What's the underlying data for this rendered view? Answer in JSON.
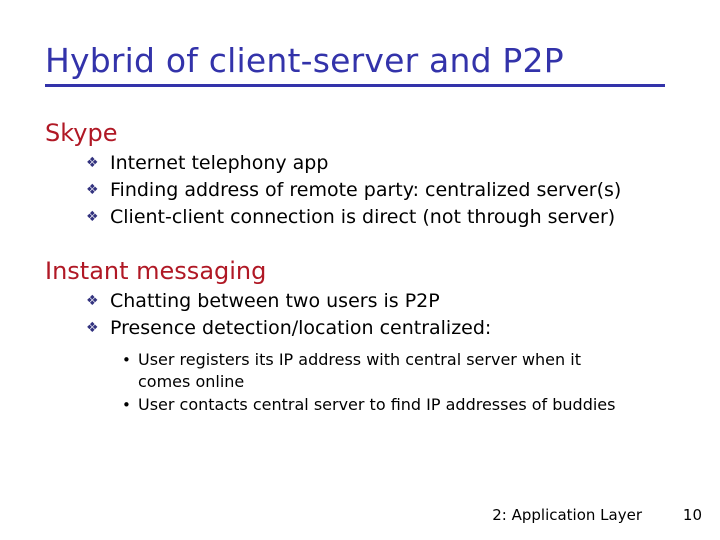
{
  "slide": {
    "title": "Hybrid of client-server and P2P",
    "title_color": "#3333AA",
    "heading_color": "#B01825",
    "body_color": "#000000",
    "background_color": "#FFFFFF",
    "marker_l2": "❖",
    "marker_l3": "•",
    "sections": [
      {
        "heading": "Skype",
        "bullets": [
          {
            "text": "Internet telephony app",
            "subbullets": []
          },
          {
            "text": "Finding address of remote party: centralized server(s)",
            "subbullets": []
          },
          {
            "text": "Client-client connection is direct (not through server)",
            "subbullets": []
          }
        ]
      },
      {
        "heading": "Instant messaging",
        "bullets": [
          {
            "text": "Chatting between two users is P2P",
            "subbullets": []
          },
          {
            "text": "Presence detection/location centralized:",
            "subbullets": [
              "User registers its IP address with central server when it comes online",
              "User contacts central server to find IP addresses of buddies"
            ]
          }
        ]
      }
    ],
    "footer": {
      "label": "2: Application Layer",
      "page": "10"
    }
  }
}
